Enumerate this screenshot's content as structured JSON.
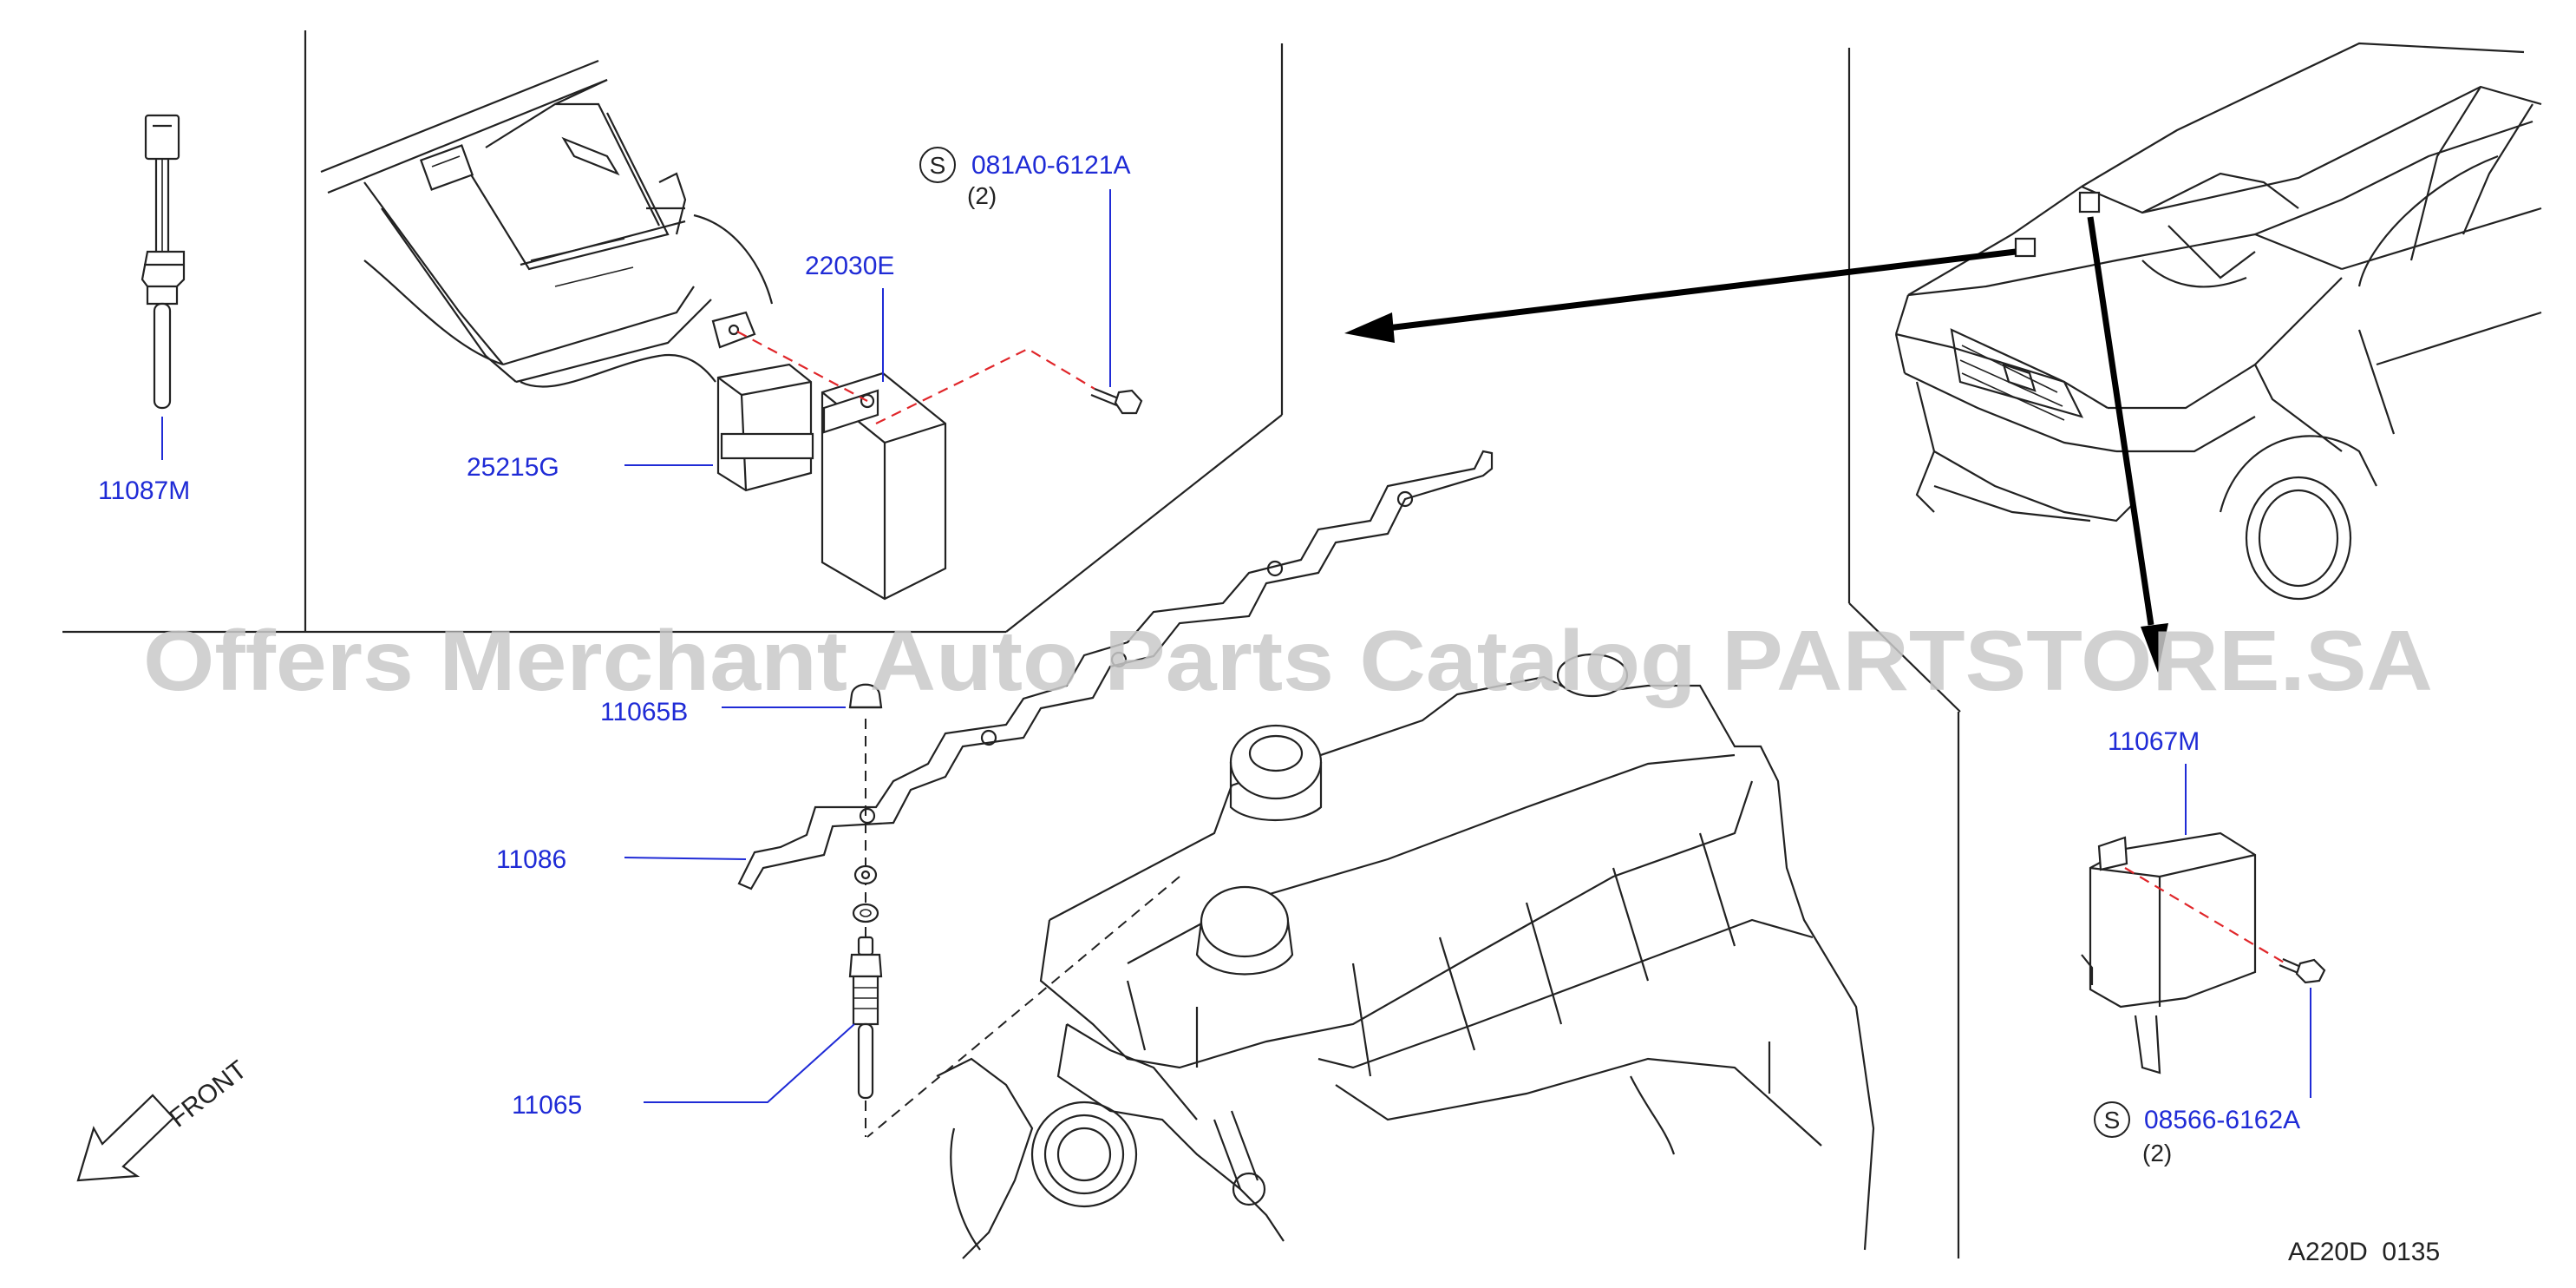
{
  "parts": {
    "p11087M": "11087M",
    "p25215G": "25215G",
    "p22030E": "22030E",
    "p081A0": "081A0-6121A",
    "p081A0_qty": "(2)",
    "p11065B": "11065B",
    "p11086": "11086",
    "p11065": "11065",
    "p11067M": "11067M",
    "p08566": "08566-6162A",
    "p08566_qty": "(2)"
  },
  "symbols": {
    "s1": "S",
    "s2": "S"
  },
  "front_label": "FRONT",
  "reference": "A220D  0135",
  "watermark": "Offers Merchant Auto Parts Catalog PARTSTORE.SA",
  "colors": {
    "label": "#1f2bd6",
    "dashed_link": "#e0262a",
    "lines": "#222222",
    "watermark": "#c9c9c9"
  }
}
